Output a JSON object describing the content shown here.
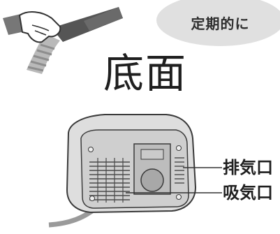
{
  "badge": {
    "text": "定期的に"
  },
  "title": "底面",
  "callouts": {
    "exhaust": "排気口",
    "intake": "吸気口"
  },
  "icons": [
    "hand-vacuum-illustration",
    "device-bottom-illustration"
  ],
  "colors": {
    "badge_bg": "#e0e0e0",
    "device_body": "#dcdcdc",
    "device_dark": "#8a8a8a",
    "line": "#333333"
  }
}
